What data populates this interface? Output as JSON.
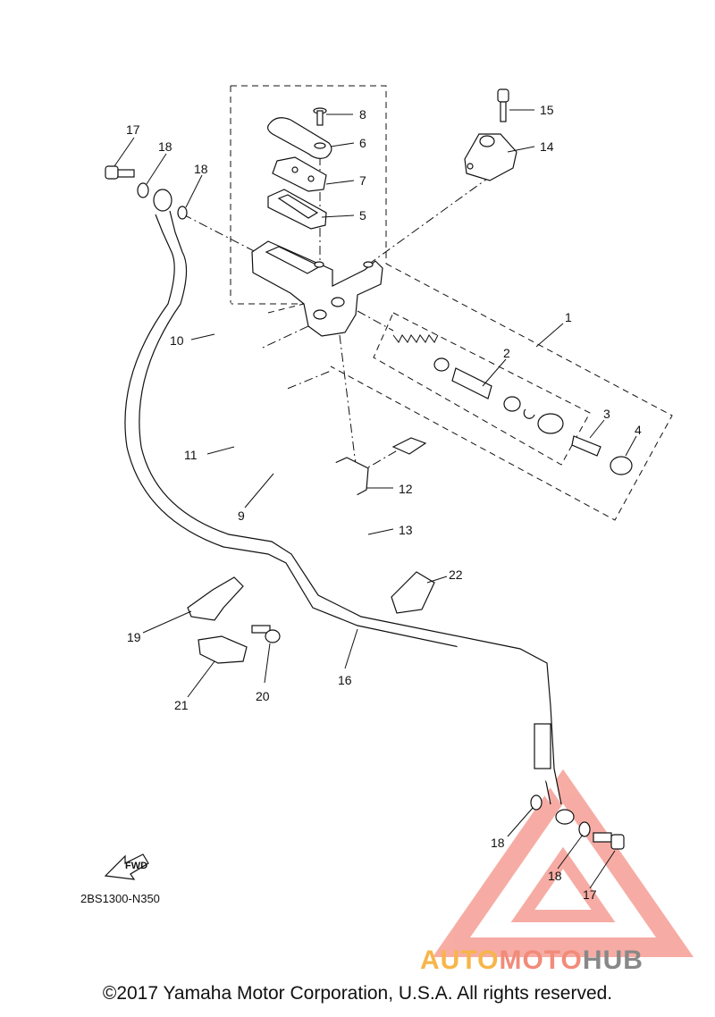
{
  "diagram": {
    "code": "2BS1300-N350",
    "fwd_label": "FWD",
    "labels": {
      "p1": "1",
      "p2": "2",
      "p3": "3",
      "p4": "4",
      "p5": "5",
      "p6": "6",
      "p7": "7",
      "p8": "8",
      "p9": "9",
      "p10": "10",
      "p11": "11",
      "p12": "12",
      "p13": "13",
      "p14": "14",
      "p15": "15",
      "p16": "16",
      "p17a": "17",
      "p17b": "17",
      "p18a": "18",
      "p18b": "18",
      "p18c": "18",
      "p18d": "18",
      "p19": "19",
      "p20": "20",
      "p21": "21",
      "p22": "22"
    }
  },
  "footer": {
    "copyright": "©2017 Yamaha Motor Corporation, U.S.A. All rights reserved."
  },
  "watermark": {
    "part1": "AUTO",
    "part2": "MOTO",
    "part3": "HUB",
    "colors": {
      "auto": "#f7b54a",
      "moto": "#f28b7a",
      "hub": "#888888",
      "triangle": "#f06a5a"
    }
  }
}
